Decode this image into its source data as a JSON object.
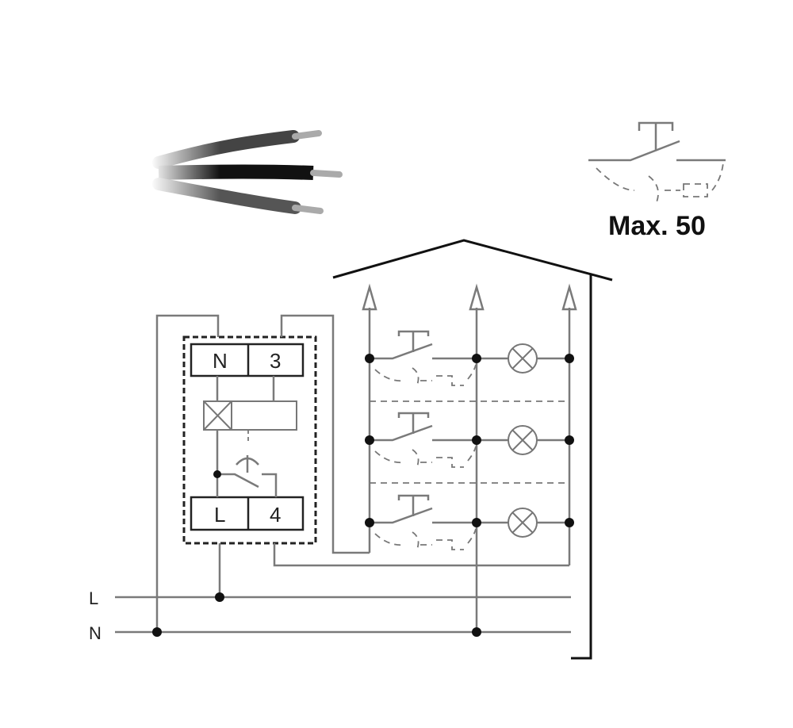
{
  "max_label": "Max. 50",
  "terminals": {
    "n": "N",
    "three": "3",
    "l": "L",
    "four": "4"
  },
  "bus_labels": {
    "l": "L",
    "n": "N"
  },
  "colors": {
    "wire": "#7a7a7a",
    "frame": "#111111"
  }
}
